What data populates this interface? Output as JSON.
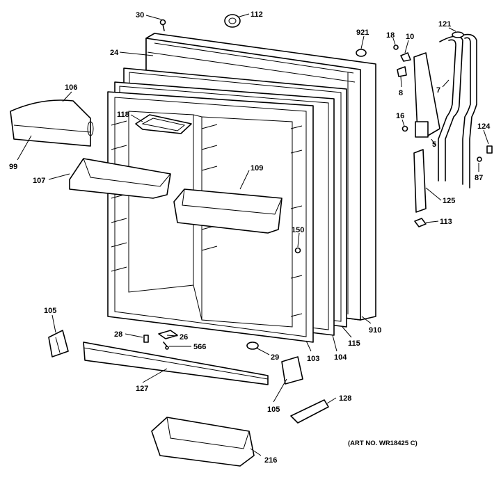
{
  "art_number": "(ART NO. WR18425 C)",
  "callouts": {
    "c30": "30",
    "c112": "112",
    "c921": "921",
    "c18": "18",
    "c10": "10",
    "c121": "121",
    "c24": "24",
    "c106": "106",
    "c118": "118",
    "c8": "8",
    "c7": "7",
    "c16": "16",
    "c124": "124",
    "c99": "99",
    "c5": "5",
    "c87": "87",
    "c107": "107",
    "c109": "109",
    "c125": "125",
    "c113": "113",
    "c150": "150",
    "c105a": "105",
    "c910": "910",
    "c28": "28",
    "c26": "26",
    "c566": "566",
    "c115": "115",
    "c29": "29",
    "c103": "103",
    "c104": "104",
    "c127": "127",
    "c105b": "105",
    "c128": "128",
    "c216": "216"
  }
}
